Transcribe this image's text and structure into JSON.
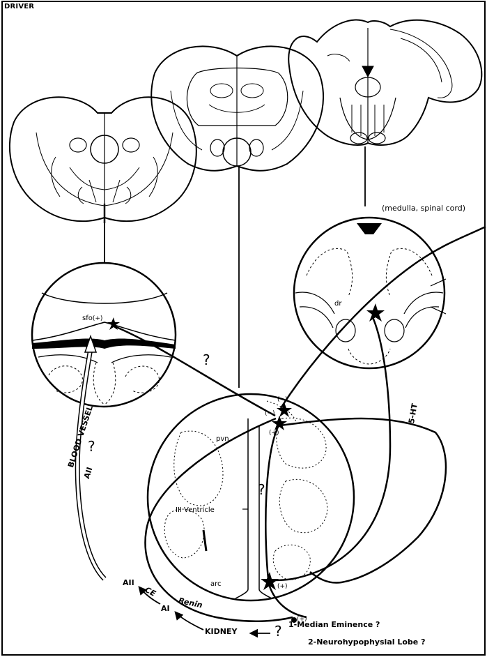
{
  "corner_label": "DRIVER",
  "medulla_label": "(medulla, spinal cord)",
  "regions": {
    "sfo": "sfo",
    "dr": "dr",
    "pvn": "pvn",
    "third_ventricle": "III Ventricle",
    "arc": "arc"
  },
  "signs": {
    "plus": "(+)",
    "minus": "(−)"
  },
  "question_mark": "?",
  "pathway": {
    "kidney": "KIDNEY",
    "renin": "Renin",
    "a1": "AI",
    "ce": "CE",
    "a2": "AII",
    "blood_vessel": "BLOOD VESSEL",
    "a2_vessel": "AII",
    "serotonin": "5-HT"
  },
  "targets": [
    "1-Median Eminence ?",
    "2-Neurohypophysial Lobe ?"
  ]
}
